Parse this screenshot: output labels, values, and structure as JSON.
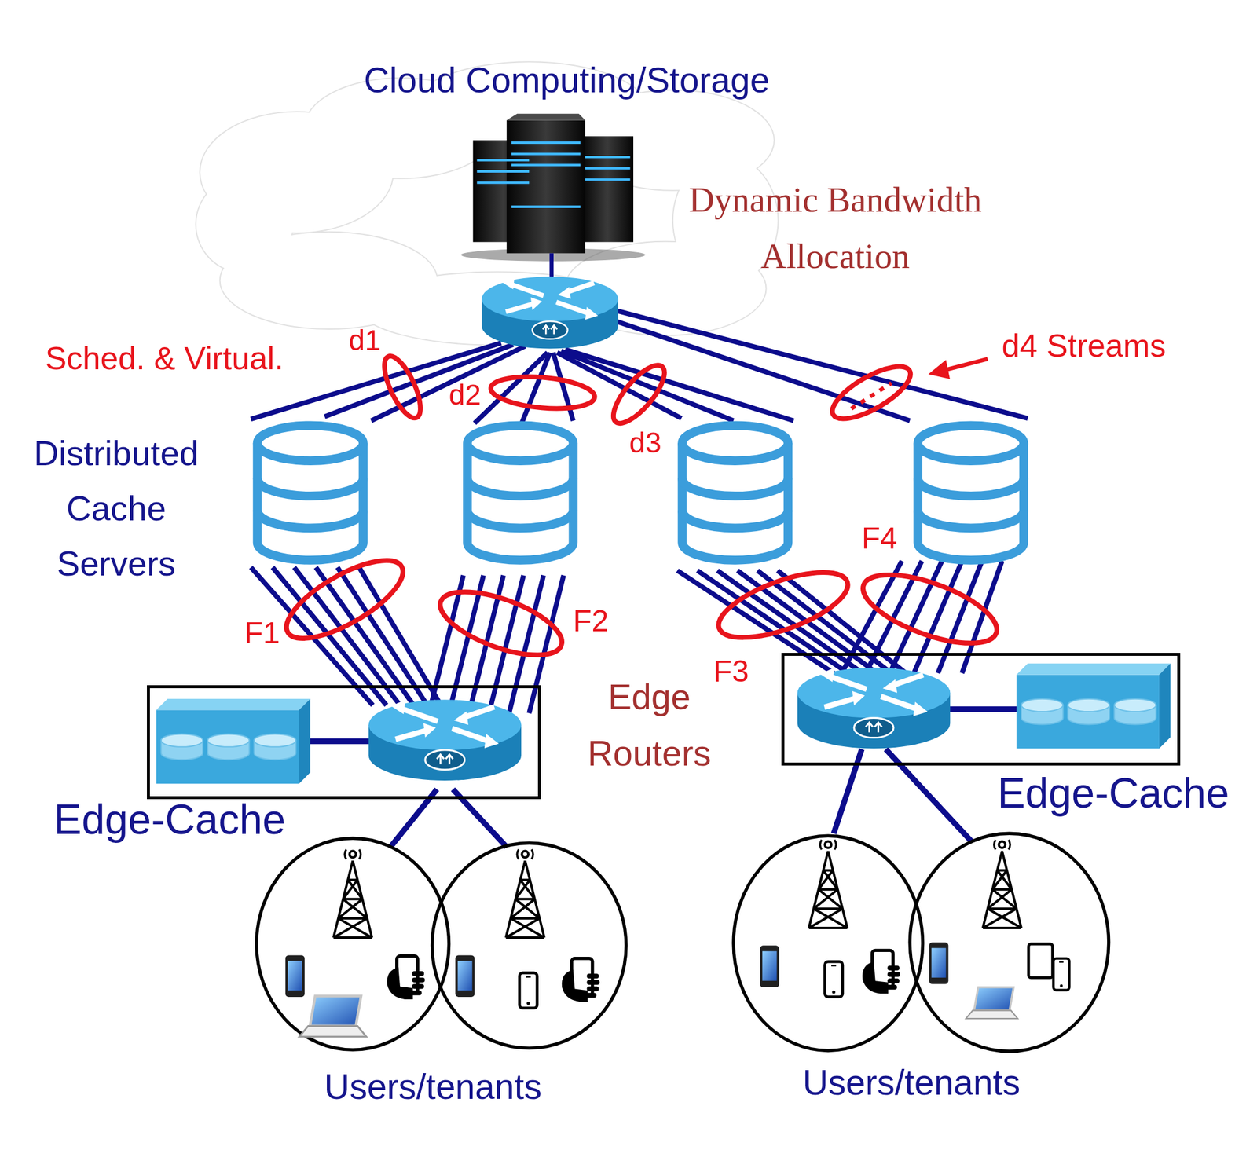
{
  "diagram": {
    "title": "Cloud Computing/Storage",
    "nodes": [
      {
        "text": [
          "Edge-Cache"
        ]
      },
      {
        "text": [
          "Edge-Cache"
        ]
      }
    ],
    "labels": [
      "Dynamic Bandwidth Allocation",
      "Sched. & Virtual.",
      "d1",
      "d2",
      "d3",
      "d4 Streams",
      "Distributed Cache Servers",
      "F1",
      "F2",
      "F3",
      "F4",
      "Edge Routers",
      "Users/tenants",
      "Users/tenants"
    ]
  }
}
